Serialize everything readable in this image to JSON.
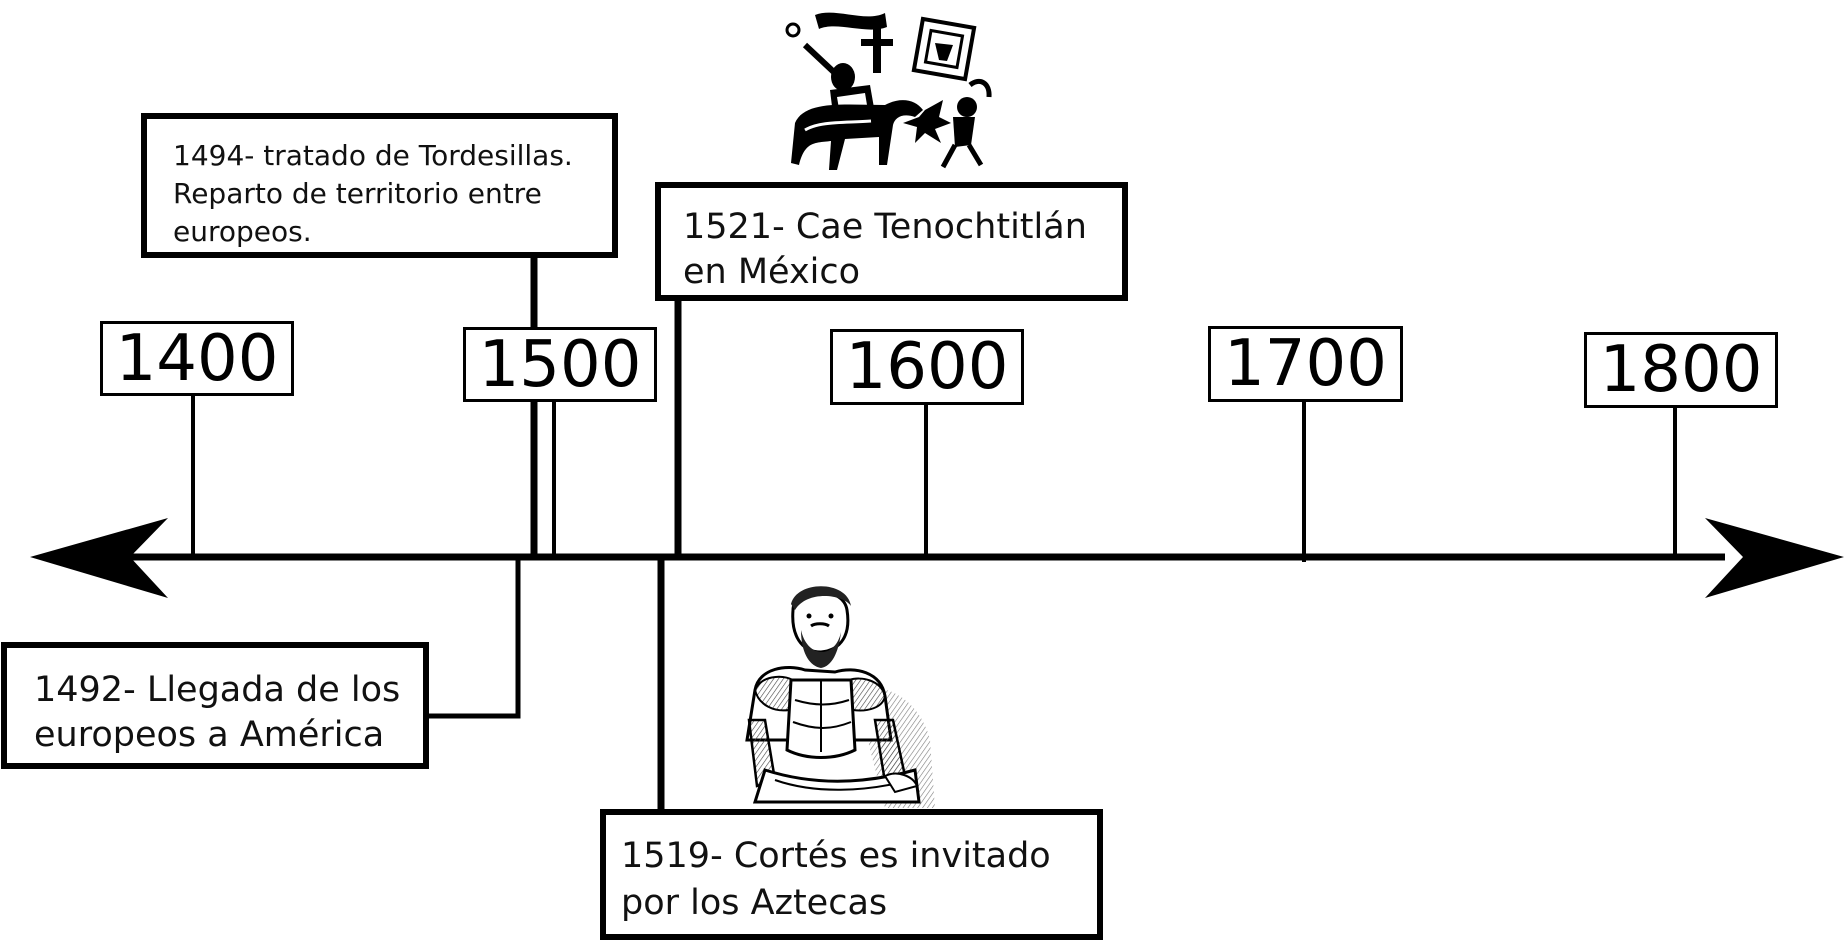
{
  "timeline": {
    "centuries": [
      {
        "label": "1400"
      },
      {
        "label": "1500"
      },
      {
        "label": "1600"
      },
      {
        "label": "1700"
      },
      {
        "label": "1800"
      }
    ]
  },
  "events": {
    "tordesillas": {
      "text": "1494- tratado de Tordesillas.\nReparto de territorio entre\neuropeos."
    },
    "tenochtitlan": {
      "text": "1521- Cae Tenochtitlán\nen México"
    },
    "llegada": {
      "text": "1492- Llegada de los\neuropeos a América"
    },
    "cortes": {
      "text": "1519- Cortés es invitado\npor los Aztecas"
    }
  },
  "illustrations": {
    "conquest": {
      "icon": "conquest-battle-illustration"
    },
    "portrait": {
      "icon": "cortes-portrait-engraving"
    }
  }
}
